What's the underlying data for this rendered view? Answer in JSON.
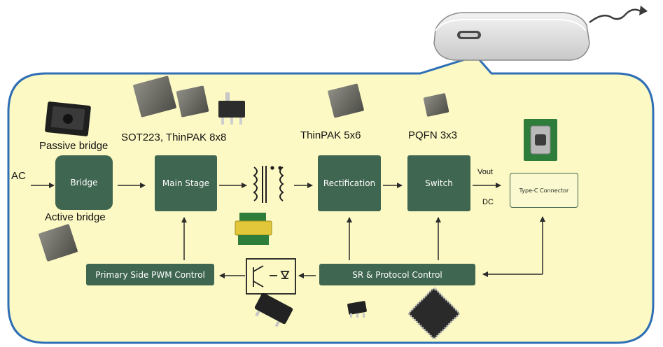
{
  "blocks": {
    "bridge": "Bridge",
    "main_stage": "Main Stage",
    "rectification": "Rectification",
    "switch": "Switch",
    "connector": "Type-C Connector",
    "pwm_control": "Primary Side PWM Control",
    "sr_control": "SR & Protocol Control"
  },
  "labels": {
    "input": "AC",
    "passive_bridge": "Passive bridge",
    "active_bridge": "Active bridge",
    "main_packages": "SOT223, ThinPAK 8x8",
    "rect_package": "ThinPAK 5x6",
    "switch_package": "PQFN 3x3",
    "vout": "Vout",
    "dc": "DC"
  },
  "colors": {
    "panel_fill": "#fcf9c4",
    "panel_border": "#2f6fb6",
    "block_fill": "#3f6650",
    "arrow": "#2b2b2b"
  }
}
